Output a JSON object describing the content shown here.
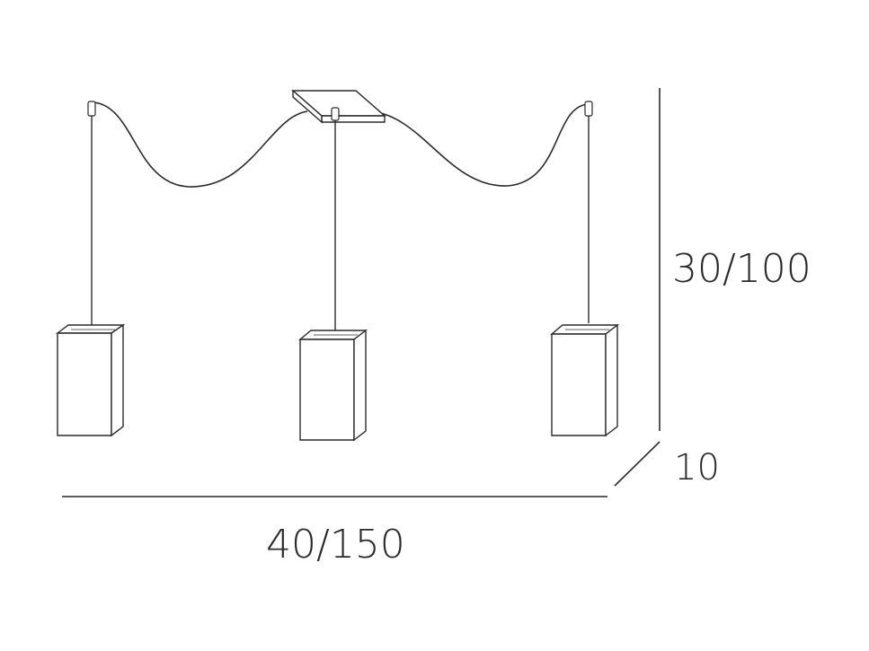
{
  "diagram": {
    "dimensions": {
      "height": "30/100",
      "depth": "10",
      "width": "40/150"
    },
    "colors": {
      "stroke": "#2a2a2a",
      "fill": "#ffffff"
    }
  }
}
